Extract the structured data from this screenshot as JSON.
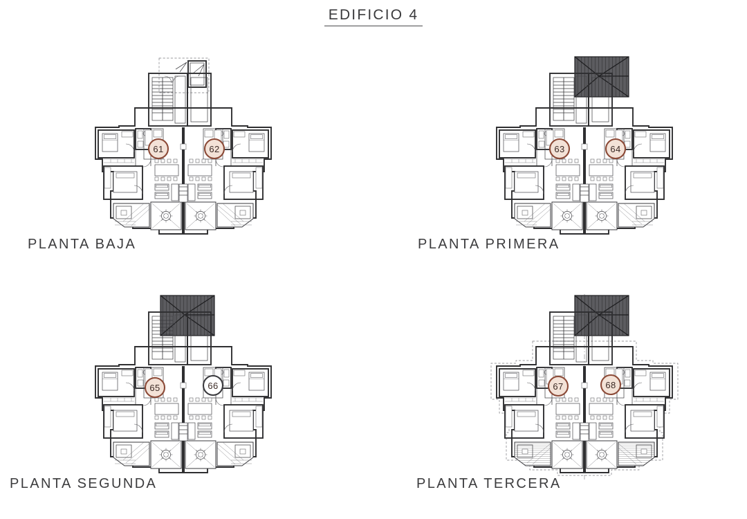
{
  "document": {
    "title": "EDIFICIO  4",
    "type": "architectural-floor-plan-sheet",
    "building_number": "4",
    "language": "es"
  },
  "colors": {
    "paper": "#ffffff",
    "ink": "#2f2f31",
    "text": "#3a3a3c",
    "marker_fill": "#f3e2d7",
    "marker_fill_alt": "#ffffff",
    "marker_stroke": "#8c4a37",
    "marker_label": "#3b2a25",
    "roof_dark": "#5c5c60",
    "dashed_outline": "#7a7a7e"
  },
  "plans": [
    {
      "id": "planta-baja",
      "caption": "PLANTA  BAJA",
      "level_index": 0,
      "units": [
        {
          "number": "61",
          "side": "left",
          "marker_fill": "#f3e2d7"
        },
        {
          "number": "62",
          "side": "right",
          "marker_fill": "#f3e2d7"
        }
      ],
      "features": {
        "roof_block": false,
        "entry_dashed_zone": true,
        "setback_outline": false,
        "center_axis": false,
        "hatched_terraces": false
      }
    },
    {
      "id": "planta-primera",
      "caption": "PLANTA  PRIMERA",
      "level_index": 1,
      "units": [
        {
          "number": "63",
          "side": "left",
          "marker_fill": "#f3e2d7"
        },
        {
          "number": "64",
          "side": "right",
          "marker_fill": "#f3e2d7"
        }
      ],
      "features": {
        "roof_block": true,
        "entry_dashed_zone": false,
        "setback_outline": false,
        "center_axis": false,
        "hatched_terraces": false
      }
    },
    {
      "id": "planta-segunda",
      "caption": "PLANTA  SEGUNDA",
      "level_index": 2,
      "units": [
        {
          "number": "65",
          "side": "left",
          "marker_fill": "#f3e2d7"
        },
        {
          "number": "66",
          "side": "right",
          "marker_fill": "#ffffff"
        }
      ],
      "features": {
        "roof_block": true,
        "entry_dashed_zone": false,
        "setback_outline": false,
        "center_axis": false,
        "hatched_terraces": false
      }
    },
    {
      "id": "planta-tercera",
      "caption": "PLANTA  TERCERA",
      "level_index": 3,
      "units": [
        {
          "number": "67",
          "side": "left",
          "marker_fill": "#f3e2d7"
        },
        {
          "number": "68",
          "side": "right",
          "marker_fill": "#f3e2d7"
        }
      ],
      "features": {
        "roof_block": true,
        "entry_dashed_zone": false,
        "setback_outline": true,
        "center_axis": true,
        "hatched_terraces": true
      }
    }
  ]
}
